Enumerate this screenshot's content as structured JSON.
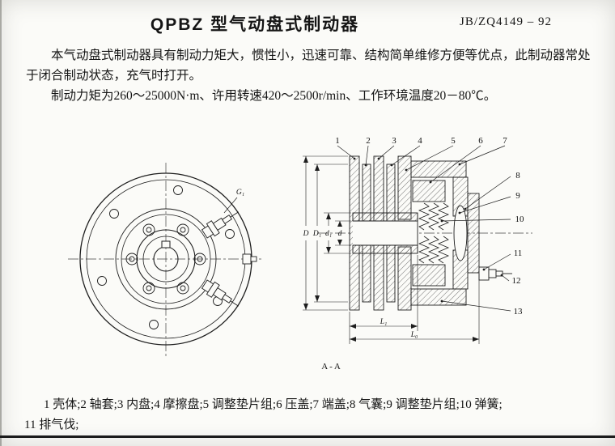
{
  "header": {
    "title": "QPBZ 型气动盘式制动器",
    "standard": "JB/ZQ4149 – 92"
  },
  "body": {
    "p1": "本气动盘式制动器具有制动力矩大，惯性小，迅速可靠、结构简单维修方便等优点，此制动器常处于闭合制动状态，充气时打开。",
    "p2": "制动力矩为260～25000N·m、许用转速420～2500r/min、工作环境温度20－80℃。"
  },
  "figure": {
    "view_label": "A-A",
    "port_label": "G₁",
    "part_numbers": [
      "1",
      "2",
      "3",
      "4",
      "5",
      "6",
      "7",
      "8",
      "9",
      "10",
      "11",
      "12",
      "13"
    ],
    "dimensions": {
      "outer": "D",
      "cover": "D₁",
      "hub": "d₁",
      "bore": "d",
      "length_inner": "L₁",
      "length_overall": "L₀"
    }
  },
  "caption": {
    "line1": "1 壳体;2 轴套;3 内盘;4 摩擦盘;5 调整垫片组;6 压盖;7 端盖;8 气囊;9 调整垫片组;10 弹簧;",
    "line2": "11 排气伐;"
  }
}
